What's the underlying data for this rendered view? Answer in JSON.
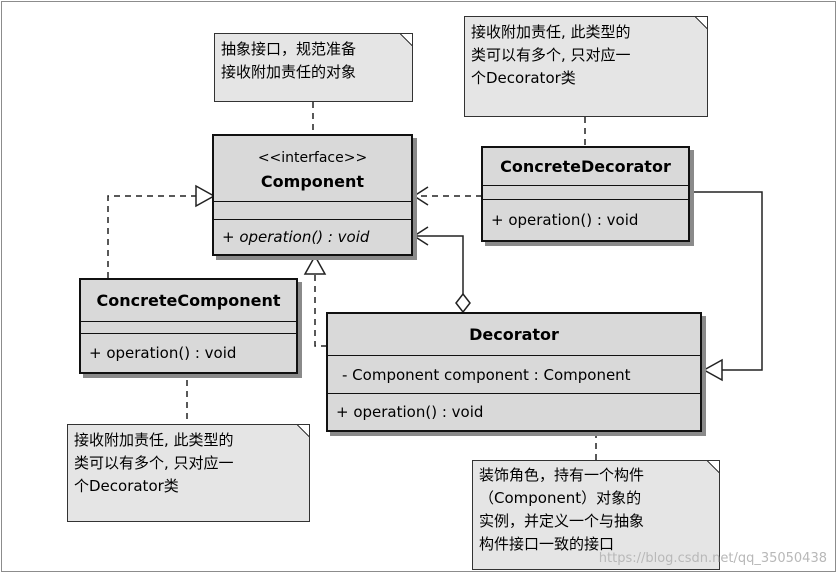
{
  "classes": {
    "component": {
      "stereotype": "<<interface>>",
      "name": "Component",
      "operation": "+ operation() : void"
    },
    "concrete_decorator": {
      "name": "ConcreteDecorator",
      "operation": "+ operation() : void"
    },
    "concrete_component": {
      "name": "ConcreteComponent",
      "operation": "+ operation() : void"
    },
    "decorator": {
      "name": "Decorator",
      "attribute": "- Component component : Component",
      "operation": "+ operation() : void"
    }
  },
  "notes": {
    "component_note": {
      "lines": [
        "抽象接口，规范准备",
        "接收附加责任的对象"
      ]
    },
    "concrete_decorator_note": {
      "lines": [
        "接收附加责任, 此类型的",
        "类可以有多个, 只对应一",
        "个Decorator类"
      ]
    },
    "concrete_component_note": {
      "lines": [
        "接收附加责任, 此类型的",
        "类可以有多个, 只对应一",
        "个Decorator类"
      ]
    },
    "decorator_note": {
      "lines": [
        "装饰角色，持有一个构件",
        "（Component）对象的",
        "实例，并定义一个与抽象",
        "构件接口一致的接口"
      ]
    }
  },
  "watermark": "https://blog.csdn.net/qq_35050438"
}
